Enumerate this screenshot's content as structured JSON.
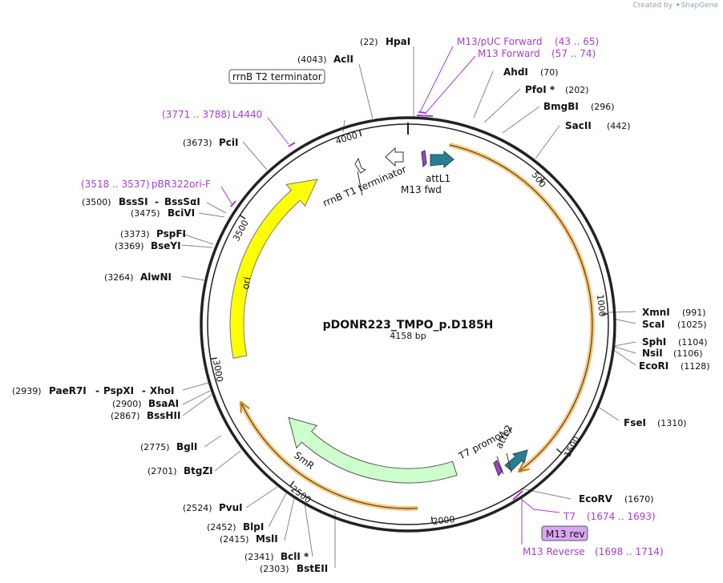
{
  "credit": {
    "prefix": "Created by",
    "brand": "SnapGene"
  },
  "plasmid": {
    "name": "pDONR223_TMPO_p.D185H",
    "size_label": "4158 bp"
  },
  "colors": {
    "primer": "#a63dd6",
    "primer_box_fill": "#d9a6f2",
    "ori": "#ffff00",
    "smr": "#ccffcc",
    "att": "#2a7e92",
    "orf_outline": "#f5cb83",
    "orf_arrow": "#c47a14",
    "backbone": "#222222",
    "leader": "#888888"
  },
  "enzymes": [
    {
      "id": "hpai",
      "name": "HpaI",
      "pos": "(22)"
    },
    {
      "id": "acli",
      "name": "AclI",
      "pos": "(4043)"
    },
    {
      "id": "ahdi",
      "name": "AhdI",
      "pos": "(70)"
    },
    {
      "id": "pfoi",
      "name": "PfoI *",
      "pos": "(202)"
    },
    {
      "id": "bmgbi",
      "name": "BmgBI",
      "pos": "(296)"
    },
    {
      "id": "sacii",
      "name": "SacII",
      "pos": "(442)"
    },
    {
      "id": "pcii",
      "name": "PciI",
      "pos": "(3673)"
    },
    {
      "id": "bsssi",
      "name": "BssSI",
      "pos": "(3500)",
      "name2": "BssSαI"
    },
    {
      "id": "bcivi",
      "name": "BciVI",
      "pos": "(3475)"
    },
    {
      "id": "pspfi",
      "name": "PspFI",
      "pos": "(3373)"
    },
    {
      "id": "bseyi",
      "name": "BseYI",
      "pos": "(3369)"
    },
    {
      "id": "alwni",
      "name": "AlwNI",
      "pos": "(3264)"
    },
    {
      "id": "xmni",
      "name": "XmnI",
      "pos": "(991)"
    },
    {
      "id": "scai",
      "name": "ScaI",
      "pos": "(1025)"
    },
    {
      "id": "sphi",
      "name": "SphI",
      "pos": "(1104)"
    },
    {
      "id": "nsii",
      "name": "NsiI",
      "pos": "(1106)"
    },
    {
      "id": "ecori",
      "name": "EcoRI",
      "pos": "(1128)"
    },
    {
      "id": "fsei",
      "name": "FseI",
      "pos": "(1310)"
    },
    {
      "id": "paer7i",
      "name": "PaeR7I",
      "pos": "(2939)",
      "name2": "PspXI",
      "name3": "XhoI"
    },
    {
      "id": "bsaai",
      "name": "BsaAI",
      "pos": "(2900)"
    },
    {
      "id": "bsshii",
      "name": "BssHII",
      "pos": "(2867)"
    },
    {
      "id": "bgli",
      "name": "BglI",
      "pos": "(2775)"
    },
    {
      "id": "btgzi",
      "name": "BtgZI",
      "pos": "(2701)"
    },
    {
      "id": "pvui",
      "name": "PvuI",
      "pos": "(2524)"
    },
    {
      "id": "blpi",
      "name": "BlpI",
      "pos": "(2452)"
    },
    {
      "id": "msli",
      "name": "MslI",
      "pos": "(2415)"
    },
    {
      "id": "bcli",
      "name": "BclI *",
      "pos": "(2341)"
    },
    {
      "id": "bsteii",
      "name": "BstEII",
      "pos": "(2303)"
    },
    {
      "id": "ecorv",
      "name": "EcoRV",
      "pos": "(1670)"
    }
  ],
  "primers": [
    {
      "id": "m13puc",
      "name": "M13/pUC Forward",
      "range": "(43 .. 65)"
    },
    {
      "id": "m13fwd_top",
      "name": "M13 Forward",
      "range": "(57 .. 74)"
    },
    {
      "id": "l4440",
      "name": "L4440",
      "range": "(3771 .. 3788)"
    },
    {
      "id": "pbr322",
      "name": "pBR322ori-F",
      "range": "(3518 .. 3537)"
    },
    {
      "id": "t7",
      "name": "T7",
      "range": "(1674 .. 1693)"
    },
    {
      "id": "m13rev",
      "name": "M13 Reverse",
      "range": "(1698 .. 1714)"
    }
  ],
  "features": {
    "rrnb_t2": "rrnB T2 terminator",
    "rrnb_t1": "rrnB T1 terminator",
    "m13_fwd": "M13 fwd",
    "attl1": "attL1",
    "attl2": "attL2",
    "t7_promoter": "T7 promoter",
    "m13_rev": "M13 rev",
    "ori": "ori",
    "smr": "SmR"
  },
  "ticks": [
    "500",
    "1000",
    "1500",
    "2000",
    "2500",
    "3000",
    "3500",
    "4000"
  ]
}
